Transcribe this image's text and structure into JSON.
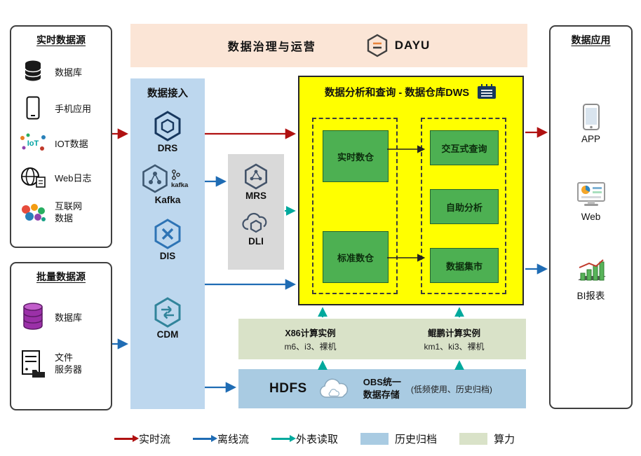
{
  "banner": {
    "title": "数据治理与运营",
    "logo": "DAYU"
  },
  "realtime_sources": {
    "title": "实时数据源",
    "items": [
      {
        "icon": "database-icon",
        "label": "数据库"
      },
      {
        "icon": "phone-icon",
        "label": "手机应用"
      },
      {
        "icon": "iot-icon",
        "label": "IOT数据"
      },
      {
        "icon": "weblog-icon",
        "label": "Web日志"
      },
      {
        "icon": "internet-data-icon",
        "label": "互联网\n数据"
      }
    ]
  },
  "batch_sources": {
    "title": "批量数据源",
    "items": [
      {
        "icon": "database-purple-icon",
        "label": "数据库"
      },
      {
        "icon": "file-server-icon",
        "label": "文件\n服务器"
      }
    ]
  },
  "ingestion": {
    "title": "数据接入",
    "items": [
      {
        "icon": "drs-icon",
        "label": "DRS"
      },
      {
        "icon": "kafka-icon",
        "label": "Kafka"
      },
      {
        "icon": "dis-icon",
        "label": "DIS"
      },
      {
        "icon": "cdm-icon",
        "label": "CDM"
      }
    ]
  },
  "middleware": {
    "items": [
      {
        "icon": "mrs-icon",
        "label": "MRS"
      },
      {
        "icon": "dli-icon",
        "label": "DLI"
      }
    ]
  },
  "dws": {
    "title": "数据分析和查询 - 数据仓库DWS",
    "warehouses": [
      "实时数仓",
      "标准数仓"
    ],
    "services": [
      "交互式查询",
      "自助分析",
      "数据集市"
    ]
  },
  "compute": {
    "x86": {
      "title": "X86计算实例",
      "models": "m6、i3、裸机"
    },
    "kunpeng": {
      "title": "鲲鹏计算实例",
      "models": "km1、ki3、裸机"
    }
  },
  "storage": {
    "hdfs": "HDFS",
    "obs": "OBS统一\n数据存储",
    "note": "(低频使用、历史归档)"
  },
  "applications": {
    "title": "数据应用",
    "items": [
      {
        "icon": "app-icon",
        "label": "APP"
      },
      {
        "icon": "web-icon",
        "label": "Web"
      },
      {
        "icon": "bi-icon",
        "label": "BI报表"
      }
    ]
  },
  "legend": {
    "items": [
      {
        "label": "实时流",
        "type": "arrow",
        "color": "#b01111"
      },
      {
        "label": "离线流",
        "type": "arrow",
        "color": "#1f6cb4"
      },
      {
        "label": "外表读取",
        "type": "arrow",
        "color": "#00a99d"
      },
      {
        "label": "历史归档",
        "type": "swatch",
        "color": "#a9cbe2"
      },
      {
        "label": "算力",
        "type": "swatch",
        "color": "#d9e2c8"
      }
    ]
  },
  "colors": {
    "banner_bg": "#fbe5d6",
    "ingestion_bg": "#bdd7ee",
    "middleware_bg": "#d9d9d9",
    "dws_bg": "#ffff00",
    "warehouse_green": "#4db052",
    "compute_bg": "#d9e2c8",
    "storage_bg": "#a9cbe2",
    "realtime_flow": "#b01111",
    "offline_flow": "#1f6cb4",
    "external_read": "#00a99d"
  }
}
